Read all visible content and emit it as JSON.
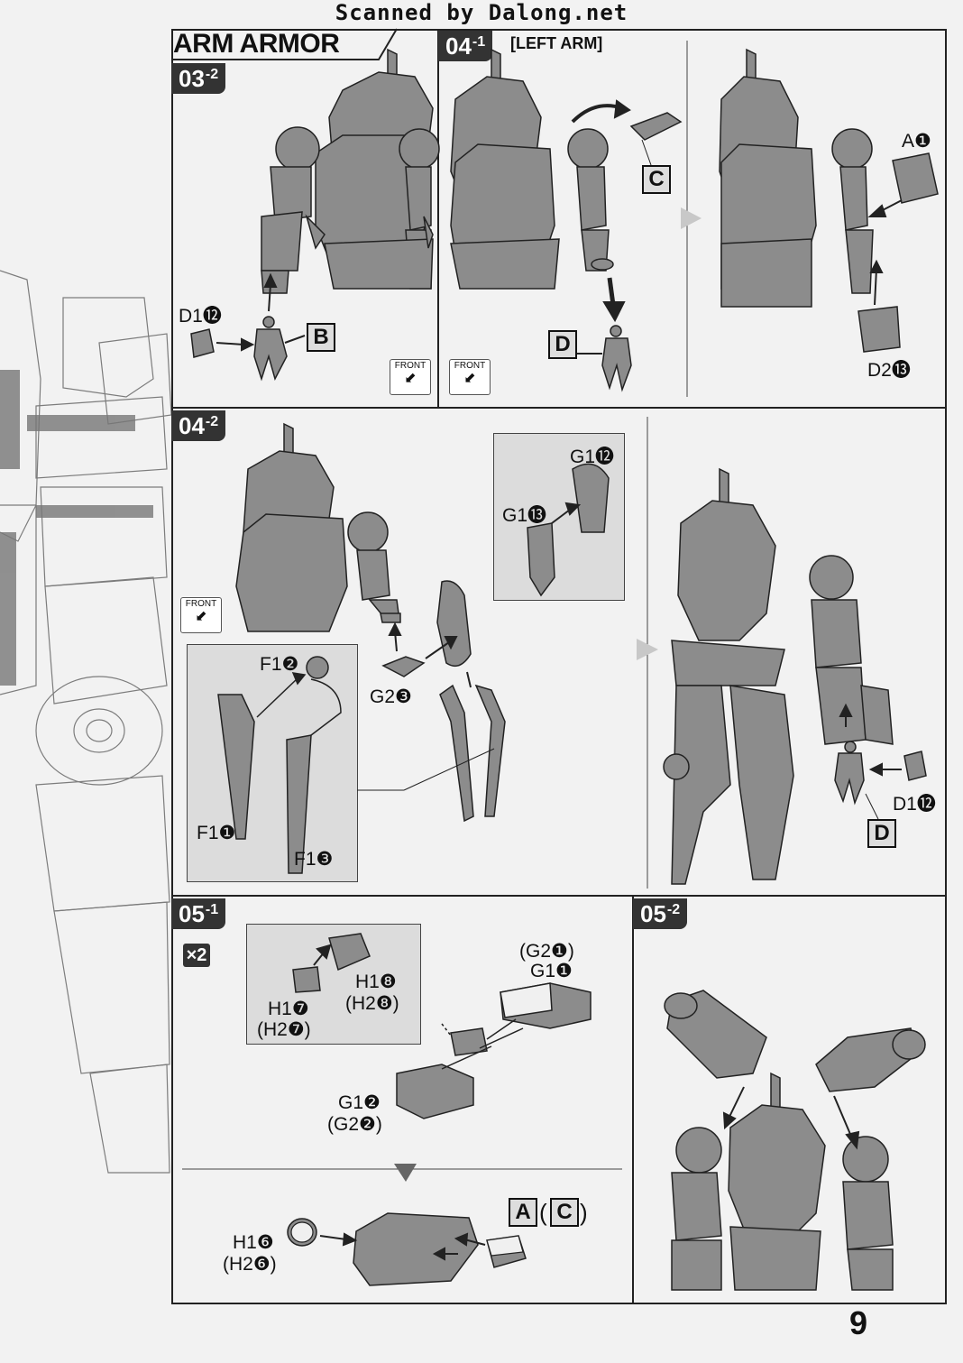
{
  "watermark": "Scanned by Dalong.net",
  "section_title": "ARM ARMOR",
  "page_number": "9",
  "steps": {
    "s03_2": {
      "main": "03",
      "sub": "-2"
    },
    "s04_1": {
      "main": "04",
      "sub": "-1",
      "subtitle": "[LEFT ARM]"
    },
    "s04_2": {
      "main": "04",
      "sub": "-2"
    },
    "s05_1": {
      "main": "05",
      "sub": "-1",
      "multiplier": "×2"
    },
    "s05_2": {
      "main": "05",
      "sub": "-2"
    }
  },
  "front_label": "FRONT",
  "labels": {
    "d1_12": "D1⓬",
    "b": "B",
    "c": "C",
    "d": "D",
    "a1": "A❶",
    "d2_13": "D2⓭",
    "g1_12": "G1⓬",
    "g1_13": "G1⓭",
    "f1_2": "F1❷",
    "f1_1": "F1❶",
    "f1_3": "F1❸",
    "g2_3": "G2❸",
    "d1_12b": "D1⓬",
    "d_b": "D",
    "h1_8": "H1❽",
    "h2_8": "(H2❽)",
    "h1_7": "H1❼",
    "h2_7": "(H2❼)",
    "g2_1": "(G2❶)",
    "g1_1": "G1❶",
    "g1_2": "G1❷",
    "g2_2": "(G2❷)",
    "h1_6": "H1❻",
    "h2_6": "(H2❻)",
    "a_box": "A",
    "c_box": "C",
    "paren_open": "(",
    "paren_close": ")"
  },
  "colors": {
    "step_bg": "#333333",
    "part_fill": "#8c8c8c",
    "part_stroke": "#222222",
    "inset_bg": "#dcdcdc"
  }
}
